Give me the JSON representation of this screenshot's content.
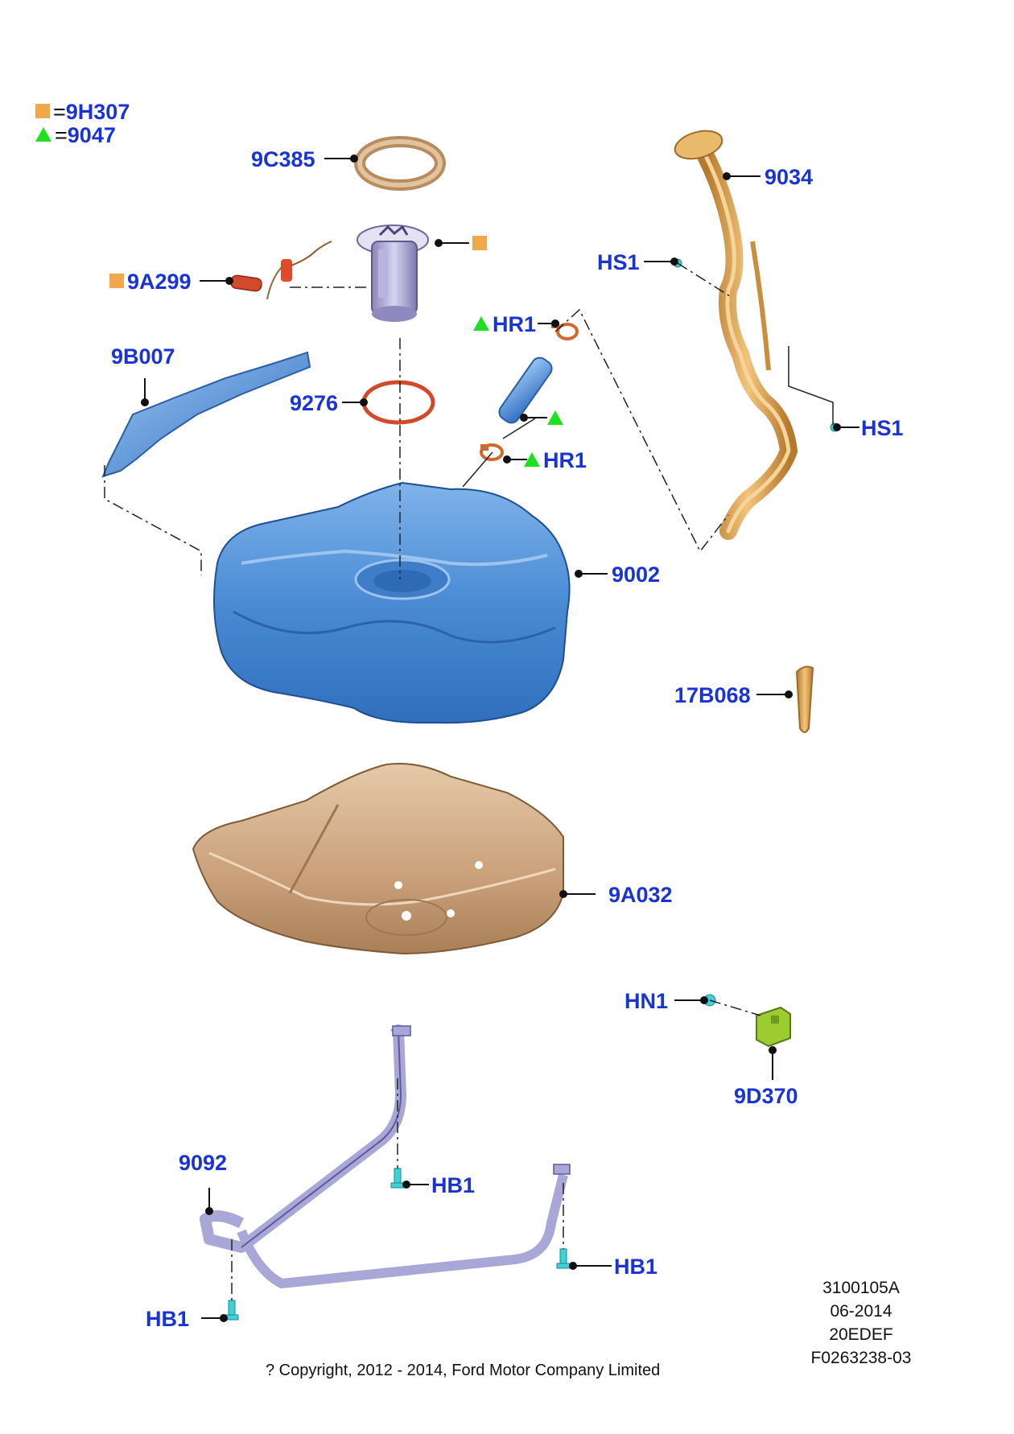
{
  "legend": {
    "square_part": "9H307",
    "triangle_part": "9047",
    "equals": "="
  },
  "labels": {
    "p9C385": "9C385",
    "p9034": "9034",
    "p9A299": "9A299",
    "pHS1_top": "HS1",
    "pHR1_top": "HR1",
    "p9B007": "9B007",
    "p9276": "9276",
    "pHR1_mid": "HR1",
    "pHS1_right": "HS1",
    "p9002": "9002",
    "p17B068": "17B068",
    "p9A032": "9A032",
    "pHN1": "HN1",
    "p9D370": "9D370",
    "p9092": "9092",
    "pHB1_a": "HB1",
    "pHB1_b": "HB1",
    "pHB1_c": "HB1"
  },
  "meta": {
    "line1": "3100105A",
    "line2": "06-2014",
    "line3": "20EDEF",
    "line4": "F0263238-03"
  },
  "copyright": "? Copyright, 2012 - 2014, Ford Motor Company Limited",
  "colors": {
    "label_blue": "#1a33d4",
    "legend_square": "#f0a84b",
    "legend_triangle": "#1fe01f",
    "tank_blue": "#4d8fd6",
    "shield_tan": "#c8a07a",
    "filler_gold": "#d9a24f",
    "strap_lavender": "#a9a6d8",
    "fastener_cyan": "#3fd1d6",
    "sensor_green": "#9ccc2f"
  }
}
